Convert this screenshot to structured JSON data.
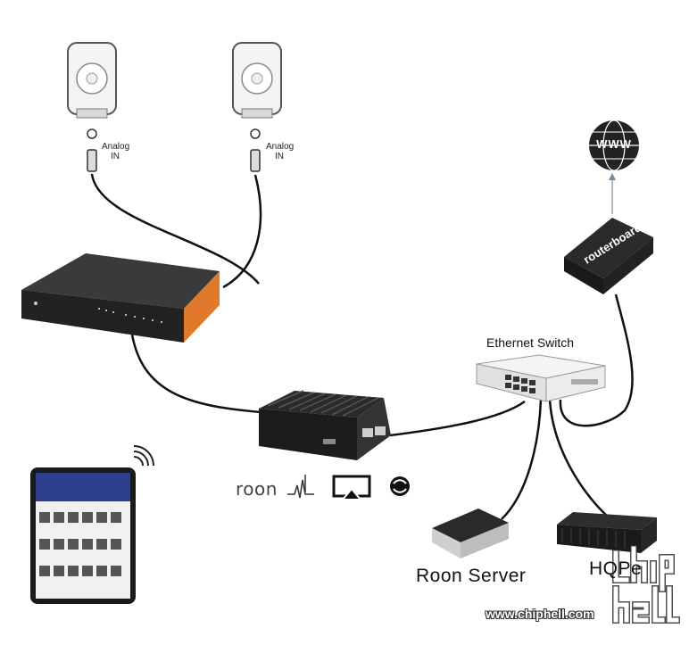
{
  "speakers": {
    "left": {
      "input_label_line1": "Analog",
      "input_label_line2": "IN"
    },
    "right": {
      "input_label_line1": "Analog",
      "input_label_line2": "IN"
    }
  },
  "internet": {
    "label": "WWW"
  },
  "router": {
    "brand": "routerboard"
  },
  "switch": {
    "label": "Ethernet Switch"
  },
  "endpoint": {
    "protocols": [
      "roon",
      "hqplayer-icon",
      "airplay-icon",
      "upnp-icon"
    ],
    "roon_text": "roon"
  },
  "roon_server": {
    "label": "Roon Server"
  },
  "hqpe": {
    "label": "HQPe"
  },
  "watermark": {
    "url": "www.chiphell.com",
    "logo": "chip hell"
  },
  "colors": {
    "device_body": "#2b2b2b",
    "dac_accent": "#e07a2a",
    "cable": "#111111",
    "switch_body": "#e8e8e8"
  }
}
